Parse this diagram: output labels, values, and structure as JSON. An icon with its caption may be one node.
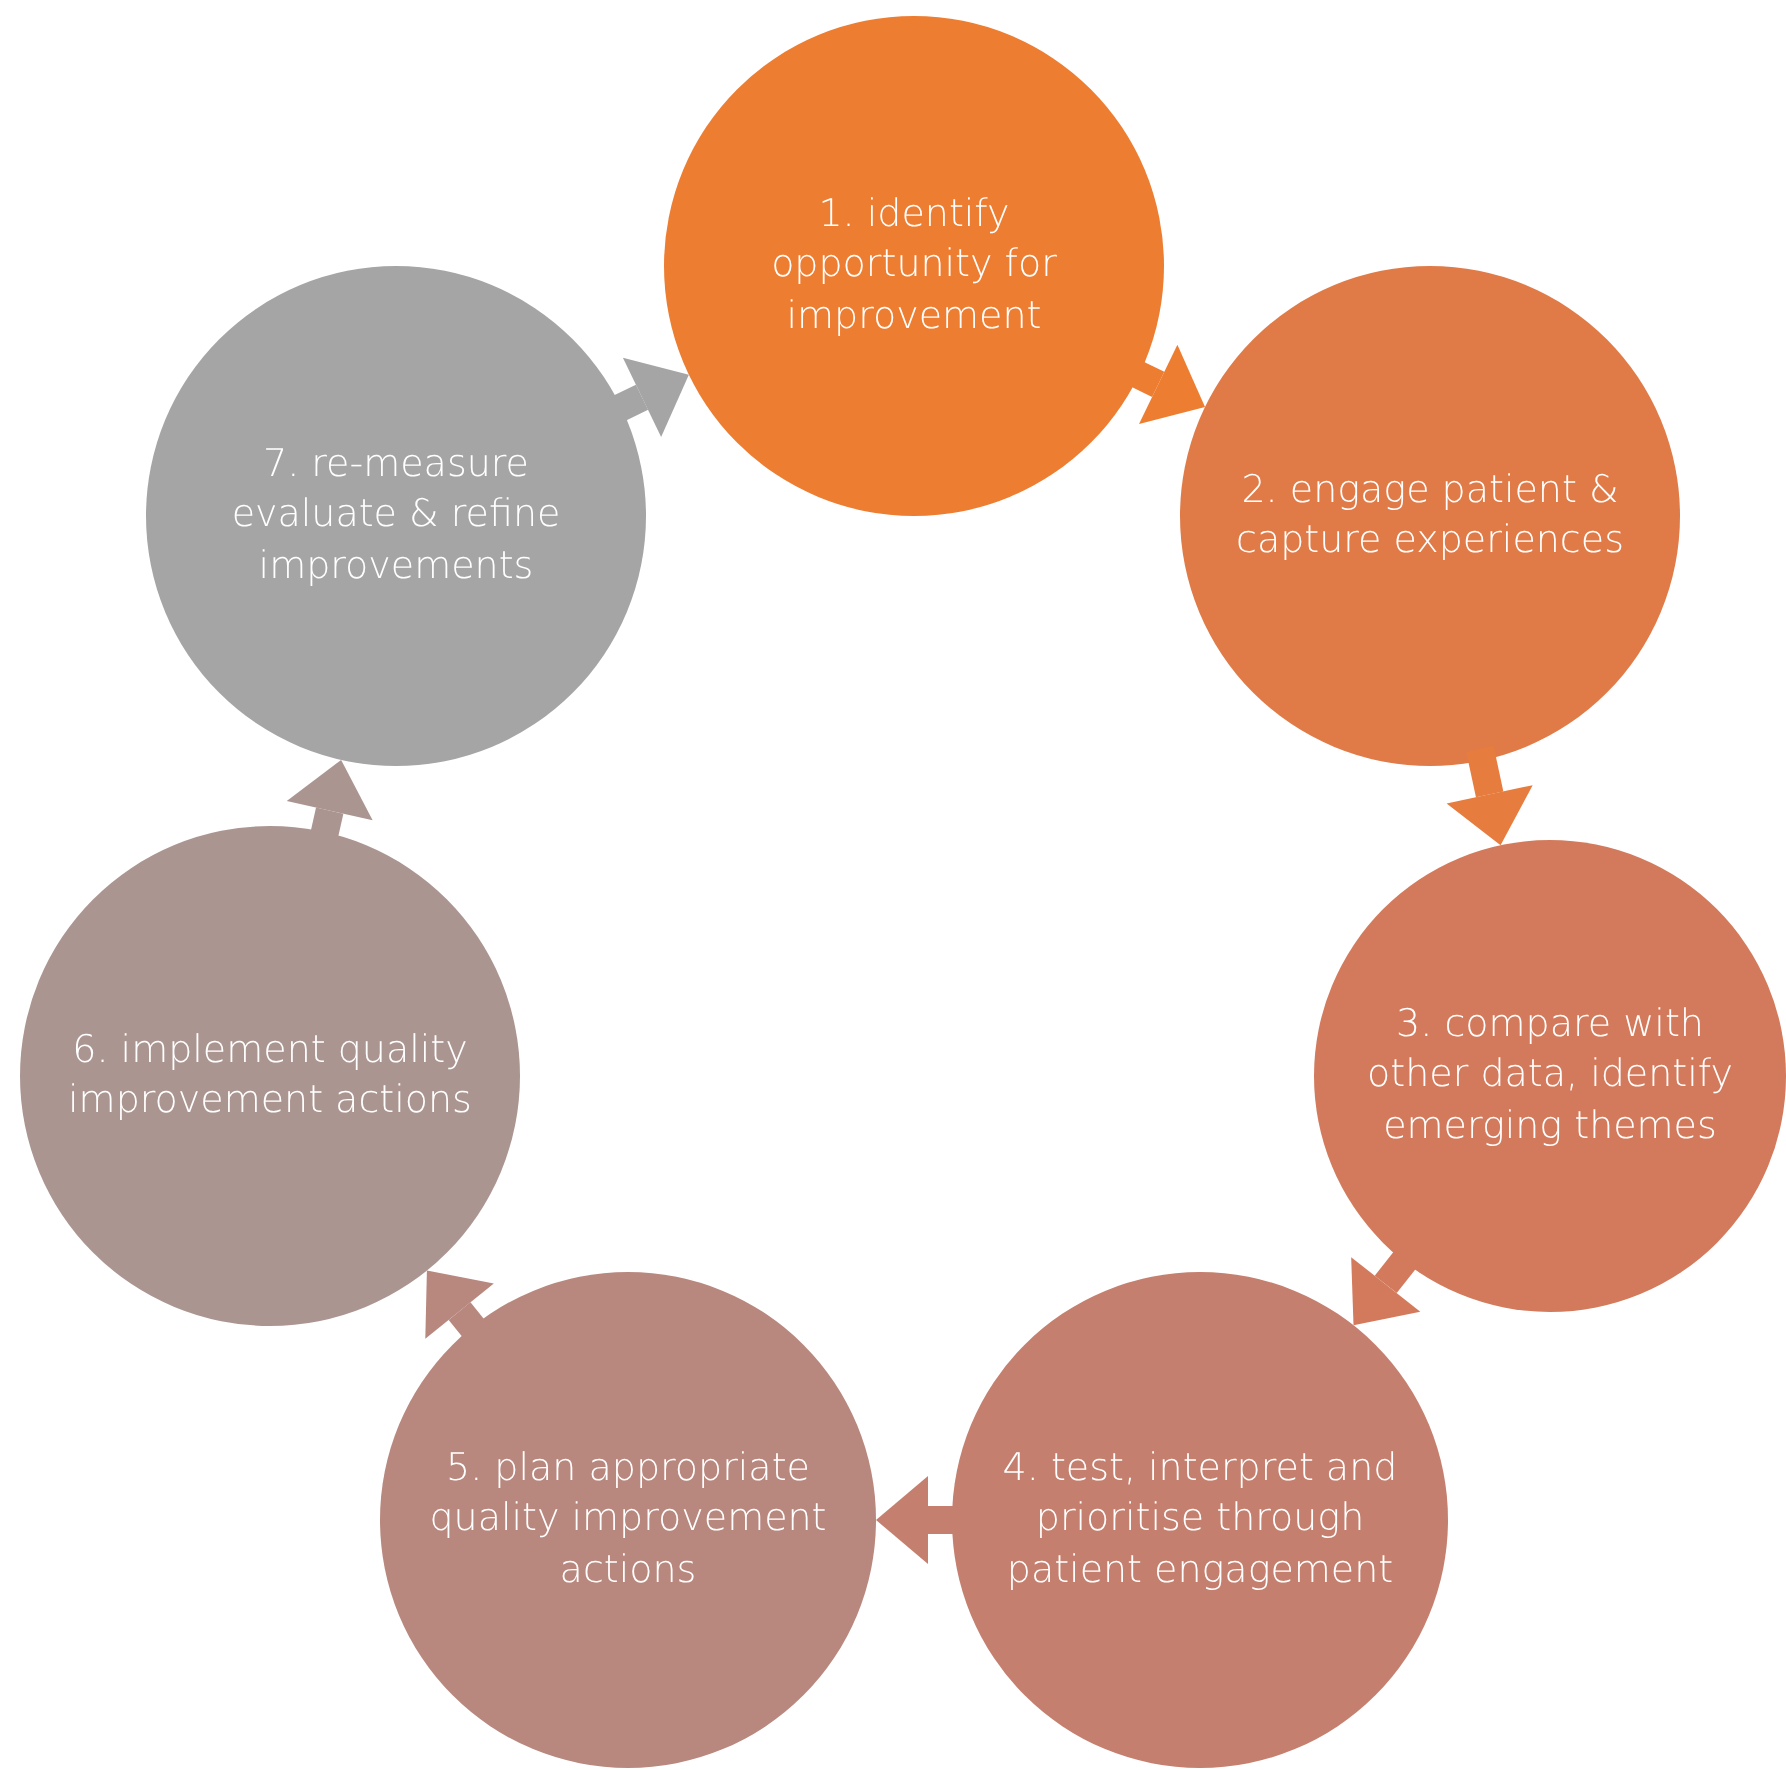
{
  "diagram": {
    "nodes": [
      {
        "text": [
          "1. identify opportunity for improvement"
        ]
      },
      {
        "text": [
          "2. engage patient & capture experiences"
        ]
      },
      {
        "text": [
          "3. compare with other data, identify emerging themes"
        ]
      },
      {
        "text": [
          "4. test, interpret and prioritise through patient engagement"
        ]
      },
      {
        "text": [
          "5. plan appropriate quality improvement actions"
        ]
      },
      {
        "text": [
          "6. implement quality improvement actions"
        ]
      },
      {
        "text": [
          "7. re-measure evaluate & refine improvements"
        ]
      }
    ],
    "edges": [
      {
        "from": 0,
        "to": 1,
        "arrow": "to",
        "color": "#ed7d31"
      },
      {
        "from": 1,
        "to": 2,
        "arrow": "to",
        "color": "#e67c3d"
      },
      {
        "from": 2,
        "to": 3,
        "arrow": "to",
        "color": "#d37a5c"
      },
      {
        "from": 3,
        "to": 4,
        "arrow": "to",
        "color": "#c47f6e"
      },
      {
        "from": 4,
        "to": 5,
        "arrow": "to",
        "color": "#b8877d"
      },
      {
        "from": 5,
        "to": 6,
        "arrow": "to",
        "color": "#ab9591"
      },
      {
        "from": 6,
        "to": 0,
        "arrow": "to",
        "color": "#a5a5a5"
      }
    ]
  }
}
